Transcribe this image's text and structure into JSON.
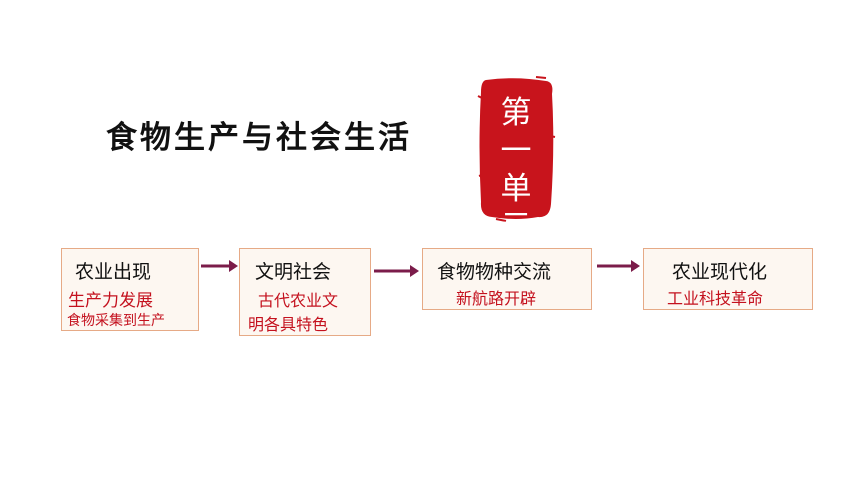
{
  "title": "食物生产与社会生活",
  "seal": {
    "chars": [
      "第",
      "一",
      "单",
      "元"
    ],
    "color": "#c8141c"
  },
  "colors": {
    "box_fill": "#fdf7f1",
    "box_border": "#e6aa86",
    "desc_text": "#c4111e",
    "arrow": "#7b1c4a"
  },
  "stages": [
    {
      "title": "农业出现",
      "desc_lines": [
        "生产力发展",
        "食物采集到生产"
      ]
    },
    {
      "title": "文明社会",
      "desc_lines": [
        "古代农业文",
        "明各具特色"
      ]
    },
    {
      "title": "食物物种交流",
      "desc_lines": [
        "新航路开辟"
      ]
    },
    {
      "title": "农业现代化",
      "desc_lines": [
        "工业科技革命"
      ]
    }
  ]
}
